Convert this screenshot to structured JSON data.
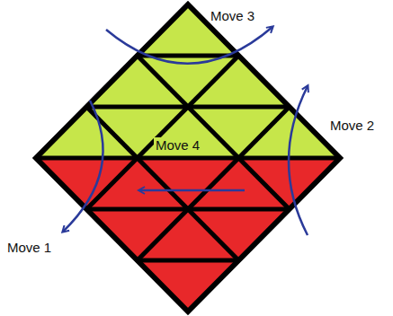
{
  "diagram": {
    "labels": [
      "Move 3",
      "Move 2",
      "Move 4",
      "Move 1"
    ]
  }
}
